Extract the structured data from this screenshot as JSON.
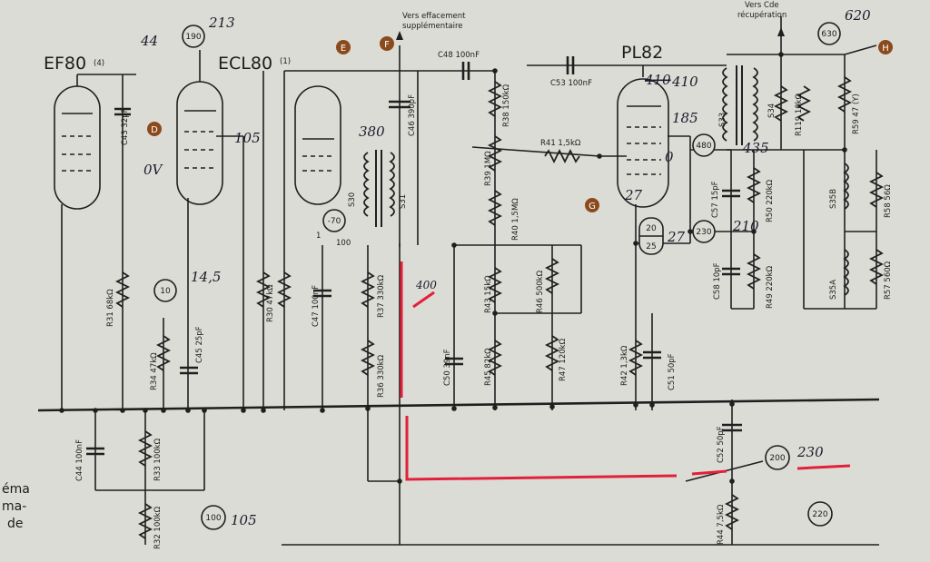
{
  "tubes": {
    "ef80": "EF80",
    "ef80_note": "(4)",
    "ecl80": "ECL80",
    "ecl80_note": "(1)",
    "pl82": "PL82"
  },
  "top_notes": {
    "erase": "Vers effacement",
    "erase2": "supplémentaire",
    "recovery": "Vers Cde",
    "recovery2": "récupération"
  },
  "markers": {
    "d": "D",
    "e": "E",
    "f": "F",
    "g": "G",
    "h": "H"
  },
  "test_points": {
    "tp190": "190",
    "tp10": "10",
    "tp70": "-70",
    "tp100": "100",
    "tp630": "630",
    "tp480": "480",
    "tp230": "230",
    "tp20": "20",
    "tp25": "25",
    "tp200": "200",
    "tp220": "220"
  },
  "components": {
    "c43": "C43 32pF",
    "c46": "C46 390pF",
    "c48": "C48 100nF",
    "c53": "C53 100nF",
    "c47": "C47 100nF",
    "c45": "C45 25pF",
    "c44": "C44 100nF",
    "c50": "C50 39nF",
    "c51": "C51 50pF",
    "c52": "C52 50pF",
    "c57": "C57 15pF",
    "c58": "C58 10pF",
    "r31": "R31 68kΩ",
    "r30": "R30 47kΩ",
    "r34": "R34 47kΩ",
    "r33": "R33 100kΩ",
    "r32": "R32 100kΩ",
    "r37": "R37 330kΩ",
    "r36": "R36 330kΩ",
    "r38": "R38 150kΩ",
    "r39": "R39 1MΩ",
    "r40": "R40 1,5MΩ",
    "r41": "R41 1,5kΩ",
    "r43": "R43 15kΩ",
    "r45": "R45 82kΩ",
    "r46": "R46 500kΩ",
    "r47": "R47 120kΩ",
    "r42": "R42 1,3kΩ",
    "r44": "R44 7,5kΩ",
    "r50": "R50 220kΩ",
    "r49": "R49 220kΩ",
    "r119": "R119 10kΩ",
    "r59": "R59 47 (Y)",
    "r58": "R58 56Ω",
    "r57": "R57 560Ω",
    "s30": "S30",
    "s31": "S31",
    "s33": "S33",
    "s34": "S34",
    "s35a": "S35A",
    "s35b": "S35B"
  },
  "handwritten": {
    "h44": "44",
    "h213": "213",
    "h105a": "105",
    "h0v": "0V",
    "h380": "380",
    "h145": "14,5",
    "h400": "400",
    "h410": "410",
    "h410old": "410",
    "h185": "185",
    "h0": "0",
    "h27": "27",
    "h27b": "27",
    "h435": "435",
    "h210": "210",
    "h620": "620",
    "h230": "230",
    "h105b": "105"
  },
  "margin_text": {
    "l1": "éma",
    "l2": "ma-",
    "l3": "de"
  },
  "small_marks": {
    "m1": "1",
    "m100": "100"
  }
}
